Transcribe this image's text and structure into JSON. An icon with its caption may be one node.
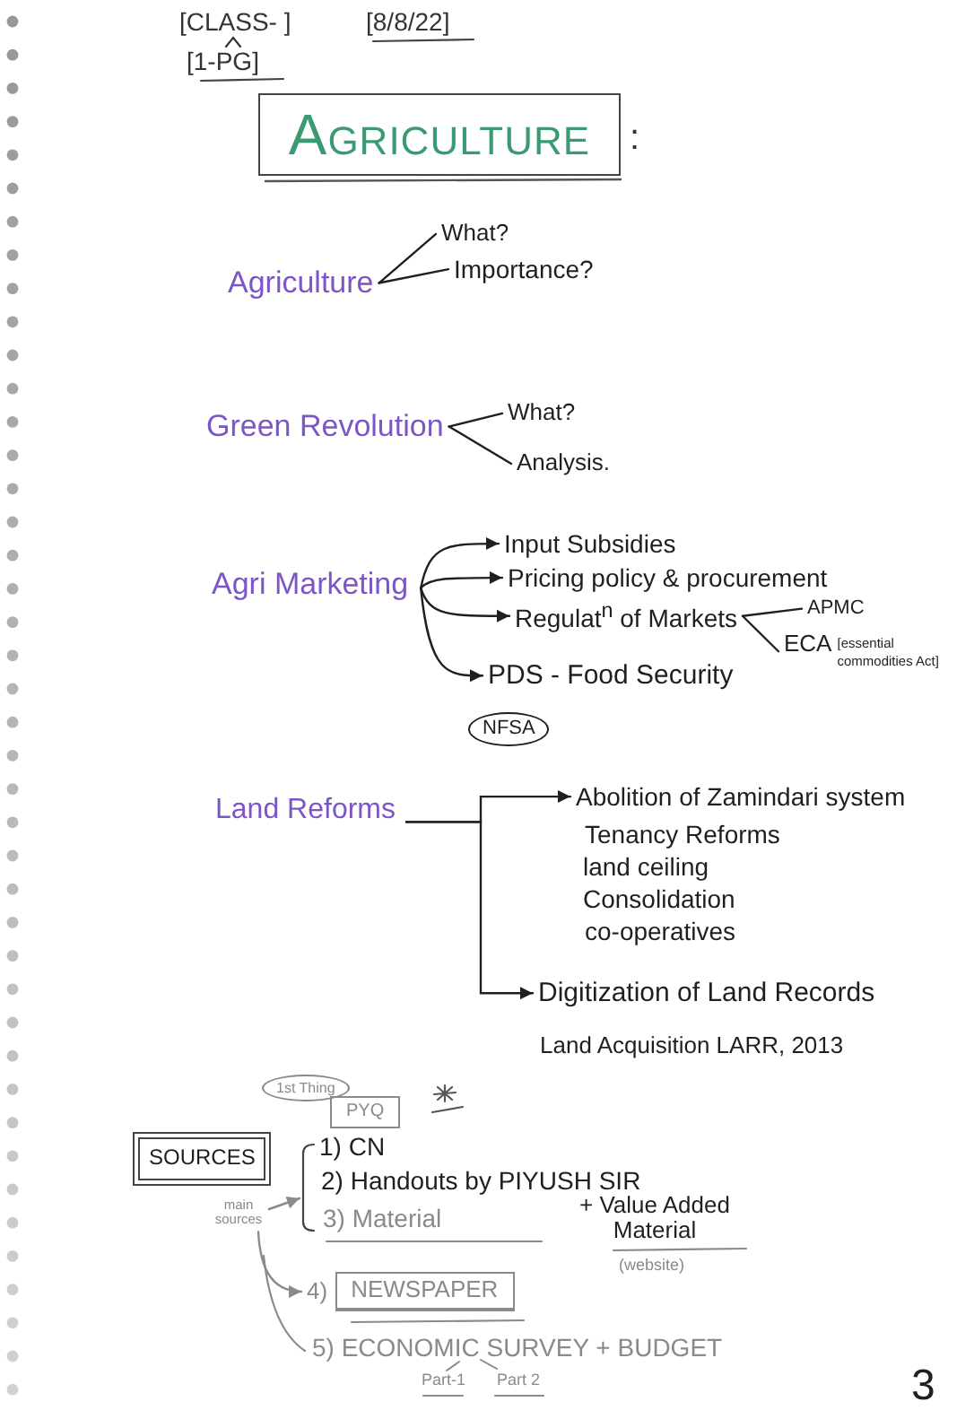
{
  "diagram": {
    "title": "AGRICULTURE",
    "nodes": [
      {
        "text": [
          "Agriculture"
        ]
      },
      {
        "text": [
          "What?"
        ]
      },
      {
        "text": [
          "Importance?"
        ]
      },
      {
        "text": [
          "Green Revolution"
        ]
      },
      {
        "text": [
          "What?"
        ]
      },
      {
        "text": [
          "Analysis."
        ]
      },
      {
        "text": [
          "Agri Marketing"
        ]
      },
      {
        "text": [
          "Input Subsidies"
        ]
      },
      {
        "text": [
          "Pricing policy & procurement"
        ]
      },
      {
        "text": [
          "Regulat$^{n}$ of Markets"
        ]
      },
      {
        "text": [
          "APMC"
        ]
      },
      {
        "text": [
          "ECA",
          "[essential commodities Act]"
        ]
      },
      {
        "text": [
          "PDS - Food Security"
        ]
      },
      {
        "text": [
          "NFSA"
        ]
      },
      {
        "text": [
          "Land Reforms"
        ]
      },
      {
        "text": [
          "Abolition of Zamindari system"
        ]
      },
      {
        "text": [
          "Digitization of Land Records"
        ]
      },
      {
        "text": [
          "1st Thing"
        ]
      },
      {
        "text": [
          "PYQ"
        ]
      },
      {
        "text": [
          "SOURCES"
        ]
      },
      {
        "text": [],
        "shape": "bracket"
      },
      {
        "text": [
          "main sources"
        ]
      },
      {
        "text": [
          "NEWSPAPER"
        ],
        "beside": [
          "4)"
        ]
      }
    ],
    "edges": [
      {
        "from": 0,
        "to": 1,
        "arrow": "none"
      },
      {
        "from": 0,
        "to": 2,
        "arrow": "none"
      },
      {
        "from": 3,
        "to": 4,
        "arrow": "none"
      },
      {
        "from": 3,
        "to": 5,
        "arrow": "none"
      },
      {
        "from": 6,
        "to": 7,
        "arrow": "to"
      },
      {
        "from": 6,
        "to": 8,
        "arrow": "to"
      },
      {
        "from": 6,
        "to": 9,
        "arrow": "to"
      },
      {
        "from": 6,
        "to": 12,
        "arrow": "to"
      },
      {
        "from": 9,
        "to": 10,
        "arrow": "none"
      },
      {
        "from": 9,
        "to": 11,
        "arrow": "none"
      },
      {
        "from": 14,
        "to": 15,
        "arrow": "to"
      },
      {
        "from": 14,
        "to": 16,
        "arrow": "to"
      },
      {
        "from": 21,
        "to": 20,
        "arrow": "to",
        "color": "#8a8a8a"
      },
      {
        "from": 21,
        "to": 22,
        "arrow": "to",
        "color": "#8a8a8a"
      }
    ],
    "labels": [
      "[CLASS- ]",
      "[8/8/22]",
      "[1-PG]",
      ":",
      "Tenancy Reforms",
      "land ceiling",
      "Consolidation",
      "co-operatives",
      "Land Acquisition LARR, 2013",
      "1) CN",
      "2) Handouts by PIYUSH SIR",
      "3) Material",
      "+ Value Added Material",
      "(website)",
      "5) ECONOMIC SURVEY + BUDGET",
      "Part-1",
      "Part 2",
      "3"
    ]
  }
}
